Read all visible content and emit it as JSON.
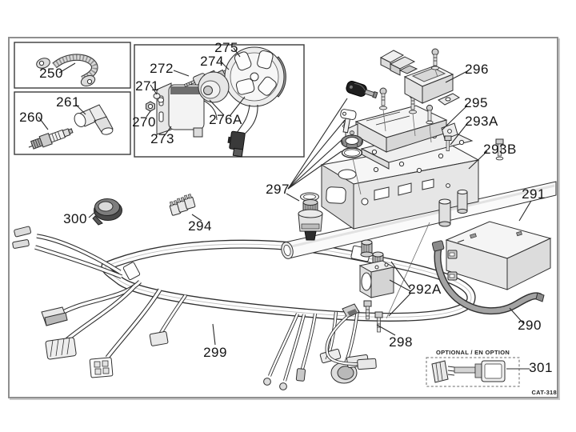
{
  "figure": {
    "optional_label": "OPTIONAL / EN OPTION",
    "drawing_code": "CAT-318"
  },
  "callouts": {
    "p250": "250",
    "p260": "260",
    "p261": "261",
    "p270": "270",
    "p271": "271",
    "p272": "272",
    "p273": "273",
    "p274": "274",
    "p275": "275",
    "p276A": "276A",
    "p290": "290",
    "p291": "291",
    "p292A": "292A",
    "p293A": "293A",
    "p293B": "293B",
    "p294": "294",
    "p295": "295",
    "p296": "296",
    "p297": "297",
    "p298": "298",
    "p299": "299",
    "p300": "300",
    "p301": "301"
  }
}
